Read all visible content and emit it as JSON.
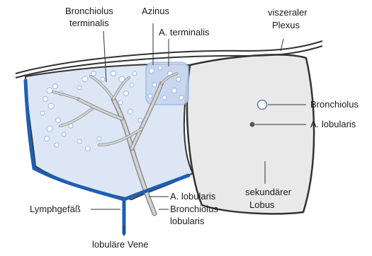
{
  "labels": {
    "bronchiolus_terminalis": [
      "Bronchiolus",
      "terminalis"
    ],
    "azinus": "Azinus",
    "a_terminalis": "A. terminalis",
    "viszeraler_plexus": [
      "viszeraler",
      "Plexus"
    ],
    "bronchiolus": "Bronchiolus",
    "a_lobularis_right": "A. lobularis",
    "a_lobularis_bottom": "A. lobularis",
    "bronchiolus_lobularis": [
      "Bronchiolus",
      "lobularis"
    ],
    "sekundaerer_lobus": [
      "sekundärer",
      "Lobus"
    ],
    "lymphgefaess": "Lymphgefäß",
    "lobulaere_vene": "lobuläre Vene"
  },
  "colors": {
    "left_lobule_fill": "#dde6f5",
    "right_lobule_fill": "#e9e9e9",
    "lymph_vessel": "#1f5fb3",
    "pleura": "#333333",
    "acinus_fill": "#c6d6ef",
    "alveoli": "#9ab7e2",
    "bronchial_tree": "#b3b3b3"
  }
}
